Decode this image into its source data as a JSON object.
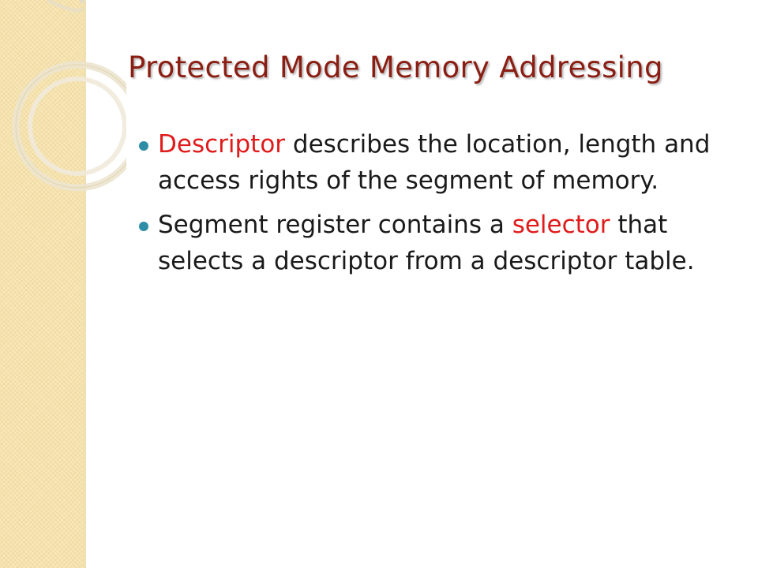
{
  "slide": {
    "title": "Protected Mode Memory Addressing",
    "bullets": [
      {
        "highlight": "Descriptor",
        "text_after": " describes the location, length and access rights of the segment of memory."
      },
      {
        "text_before": "Segment register contains a ",
        "highlight": "selector",
        "text_after": " that selects a descriptor from a descriptor table."
      }
    ]
  },
  "colors": {
    "title": "#8b1e13",
    "highlight": "#e01b1b",
    "bullet_marker": "#2f8ea6",
    "sidebar": "#f8e7b6"
  }
}
